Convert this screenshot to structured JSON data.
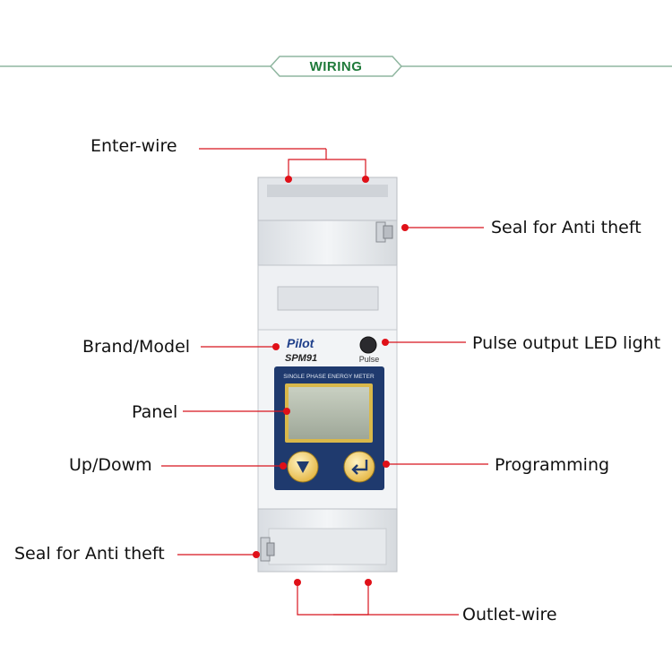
{
  "banner": {
    "title": "WIRING",
    "accent": "#1f7a3a",
    "line_color": "#8fb6a0"
  },
  "device": {
    "brand": "Pilot",
    "model": "SPM91",
    "panel_text": "SINGLE PHASE ENERGY METER",
    "pulse_label": "Pulse"
  },
  "labels": {
    "enter_wire": "Enter-wire",
    "seal_top": "Seal for Anti theft",
    "brand_model": "Brand/Model",
    "pulse_led": "Pulse output LED light",
    "panel": "Panel",
    "up_down": "Up/Dowm",
    "programming": "Programming",
    "seal_bottom": "Seal for Anti theft",
    "outlet_wire": "Outlet-wire"
  },
  "colors": {
    "callout": "#d8141e",
    "panel_bg": "#1f3a6e",
    "lcd_frame": "#d9b84a"
  }
}
